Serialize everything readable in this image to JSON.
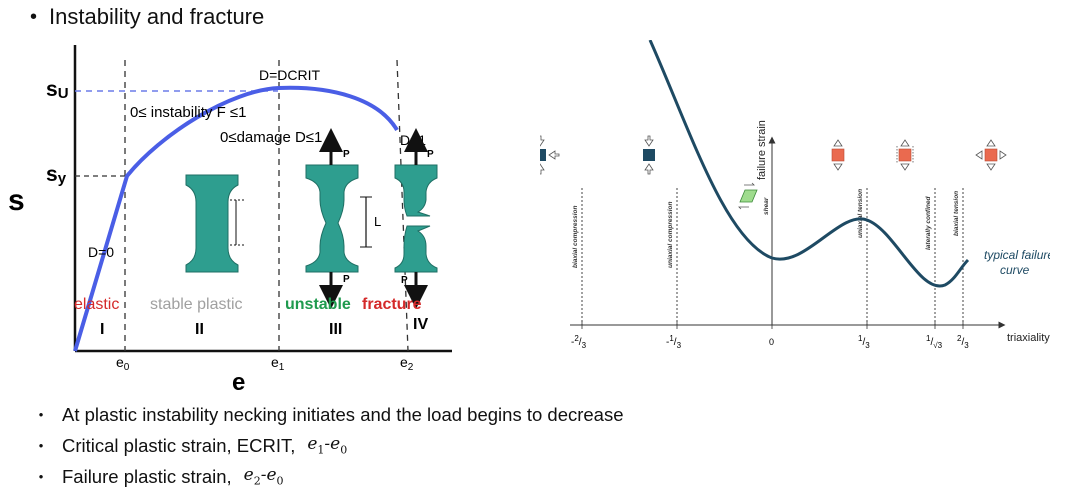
{
  "title": "Instability and fracture",
  "stress_strain": {
    "y_axis": "s",
    "x_axis": "e",
    "s_u": {
      "base": "s",
      "sub": "U"
    },
    "s_y": {
      "base": "s",
      "sub": "y"
    },
    "e_ticks": [
      {
        "base": "e",
        "sub": "0"
      },
      {
        "base": "e",
        "sub": "1"
      },
      {
        "base": "e",
        "sub": "2"
      }
    ],
    "d0": "D=0",
    "dcrit": "D=DCRIT",
    "d1": "D=1",
    "instability": "0≤ instability F ≤1",
    "damage": "0≤damage D≤1",
    "region_labels": [
      {
        "text": "elastic",
        "color": "#d42a2a"
      },
      {
        "text": "stable plastic",
        "color": "#a0a0a0"
      },
      {
        "text": "unstable",
        "color": "#1f9a4e"
      },
      {
        "text": "fracture",
        "color": "#d42a2a"
      }
    ],
    "roman": [
      "I",
      "II",
      "III",
      "IV"
    ],
    "load_label": "P",
    "length_label": "L",
    "curve_color": "#4a5ee6",
    "specimen_color": "#2e9e8f"
  },
  "failure_plot": {
    "y_axis": "failure strain",
    "x_axis": "triaxiality",
    "ticks": [
      {
        "sign": "-",
        "num": "2",
        "den": "3"
      },
      {
        "sign": "-",
        "num": "1",
        "den": "3"
      },
      {
        "plain": "0"
      },
      {
        "num": "1",
        "den": "3"
      },
      {
        "num": "1",
        "den": "√3"
      },
      {
        "num": "2",
        "den": "3"
      }
    ],
    "states": [
      "biaxial compression",
      "uniaxial compression",
      "shear",
      "uniaxial tension",
      "laterally confined",
      "biaxial tension"
    ],
    "curve_label": [
      "typical failure",
      "curve"
    ],
    "curve_color": "#1e4a63",
    "compression_color": "#1e4a63",
    "tension_color": "#ea6a4f",
    "shear_color": "#9fdc8e"
  },
  "bullets": [
    {
      "text": "At plastic instability necking initiates and the load begins to decrease",
      "expr": null
    },
    {
      "text": "Critical plastic strain, ECRIT,",
      "expr": {
        "a": "e",
        "as": "1",
        "b": "e",
        "bs": "0"
      }
    },
    {
      "text": "Failure plastic strain,",
      "expr": {
        "a": "e",
        "as": "2",
        "b": "e",
        "bs": "0"
      }
    }
  ]
}
